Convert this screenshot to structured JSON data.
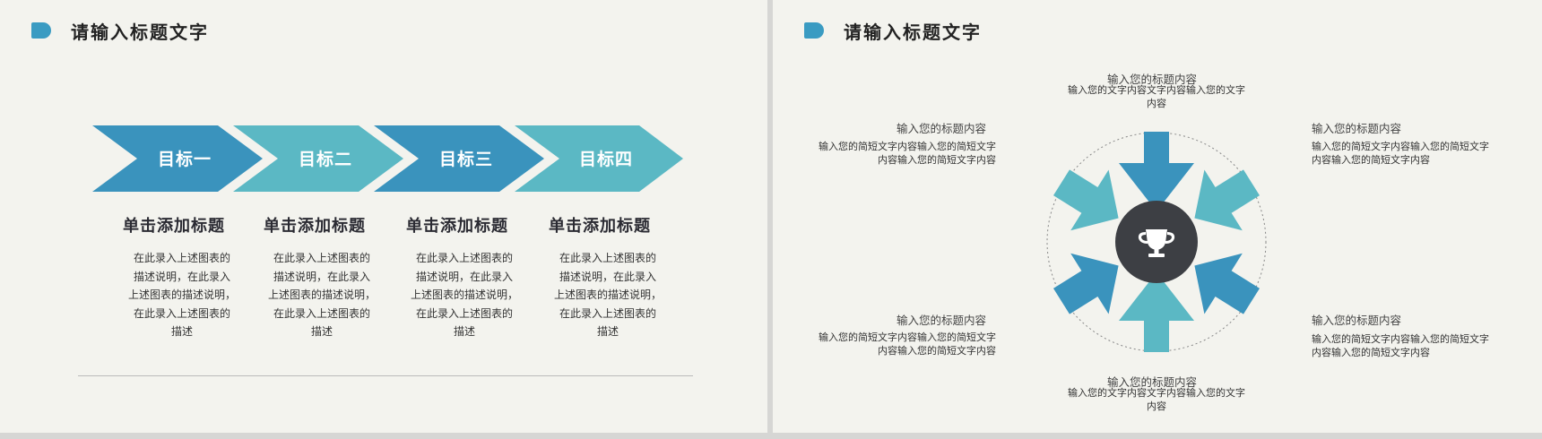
{
  "left_slide": {
    "title": "请输入标题文字",
    "steps": [
      {
        "label": "目标一",
        "color": "#3a93bd"
      },
      {
        "label": "目标二",
        "color": "#5bb8c4"
      },
      {
        "label": "目标三",
        "color": "#3a93bd"
      },
      {
        "label": "目标四",
        "color": "#5bb8c4"
      }
    ],
    "columns": [
      {
        "heading": "单击添加标题",
        "lines": [
          "在此录入上述图表的",
          "描述说明，在此录入",
          "上述图表的描述说明，",
          "在此录入上述图表的",
          "描述"
        ]
      },
      {
        "heading": "单击添加标题",
        "lines": [
          "在此录入上述图表的",
          "描述说明，在此录入",
          "上述图表的描述说明，",
          "在此录入上述图表的",
          "描述"
        ]
      },
      {
        "heading": "单击添加标题",
        "lines": [
          "在此录入上述图表的",
          "描述说明，在此录入",
          "上述图表的描述说明，",
          "在此录入上述图表的",
          "描述"
        ]
      },
      {
        "heading": "单击添加标题",
        "lines": [
          "在此录入上述图表的",
          "描述说明，在此录入",
          "上述图表的描述说明，",
          "在此录入上述图表的",
          "描述"
        ]
      }
    ]
  },
  "right_slide": {
    "title": "请输入标题文字",
    "center_icon": "trophy-icon",
    "colors": {
      "dark_blue": "#3a93bd",
      "light_teal": "#5bb8c4",
      "hub": "#3d3f44",
      "accent": "#3a9bc2"
    },
    "top": {
      "title": "输入您的标题内容",
      "lines": [
        "输入您的文字内容文字内容输入您的文字",
        "内容"
      ]
    },
    "bottom": {
      "title": "输入您的标题内容",
      "lines": [
        "输入您的文字内容文字内容输入您的文字",
        "内容"
      ]
    },
    "left_top": {
      "title": "输入您的标题内容",
      "lines": [
        "输入您的简短文字内容输入您的简短文字",
        "内容输入您的简短文字内容"
      ]
    },
    "left_bottom": {
      "title": "输入您的标题内容",
      "lines": [
        "输入您的简短文字内容输入您的简短文字",
        "内容输入您的简短文字内容"
      ]
    },
    "right_top": {
      "title": "输入您的标题内容",
      "lines": [
        "输入您的简短文字内容输入您的简短文字",
        "内容输入您的简短文字内容"
      ]
    },
    "right_bottom": {
      "title": "输入您的标题内容",
      "lines": [
        "输入您的简短文字内容输入您的简短文字",
        "内容输入您的简短文字内容"
      ]
    }
  }
}
